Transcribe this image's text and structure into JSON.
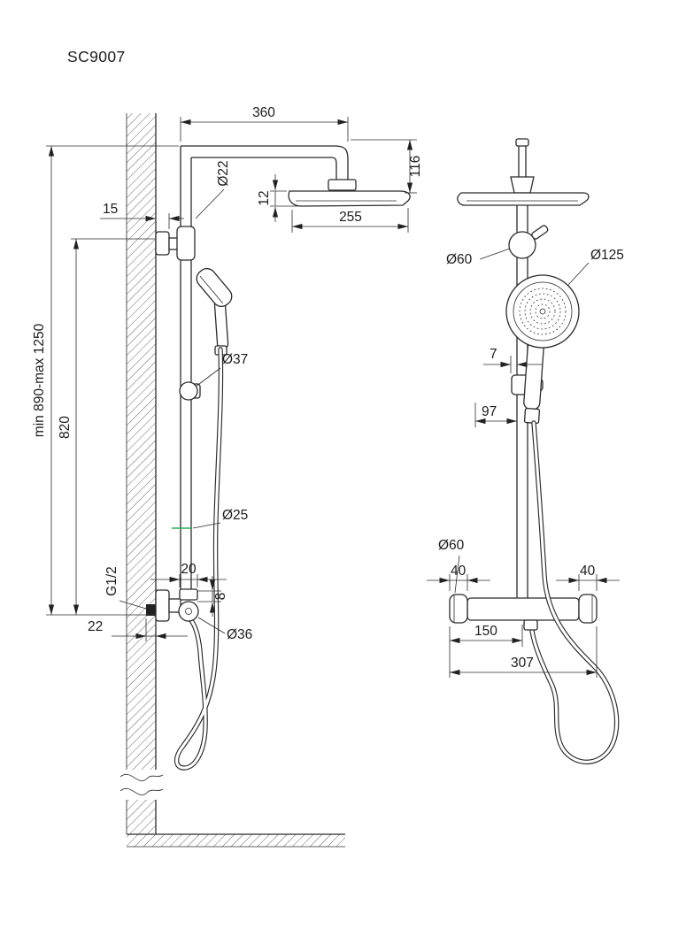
{
  "title": "SC9007",
  "side_view": {
    "arm_width": "360",
    "pipe_diameter": "Ø22",
    "head_drop": "116",
    "head_width": "255",
    "head_thickness": "12",
    "bracket_offset": "15",
    "height_range": "min 890-max 1250",
    "bar_length": "820",
    "slider_diameter": "Ø37",
    "lower_pipe_diameter": "Ø25",
    "outlet_width": "20",
    "outlet_height": "8",
    "inlet_thread": "G1/2",
    "wall_inset": "22",
    "elbow_diameter": "Ø36"
  },
  "front_view": {
    "bracket_diameter": "Ø60",
    "handshower_diameter": "Ø125",
    "holder_offset": "7",
    "handle_length": "97",
    "knob_diameter": "Ø60",
    "left_end_width": "40",
    "right_end_width": "40",
    "inlet_spacing": "150",
    "valve_width": "307"
  },
  "accents": {
    "highlight_green": "#2fae58"
  }
}
